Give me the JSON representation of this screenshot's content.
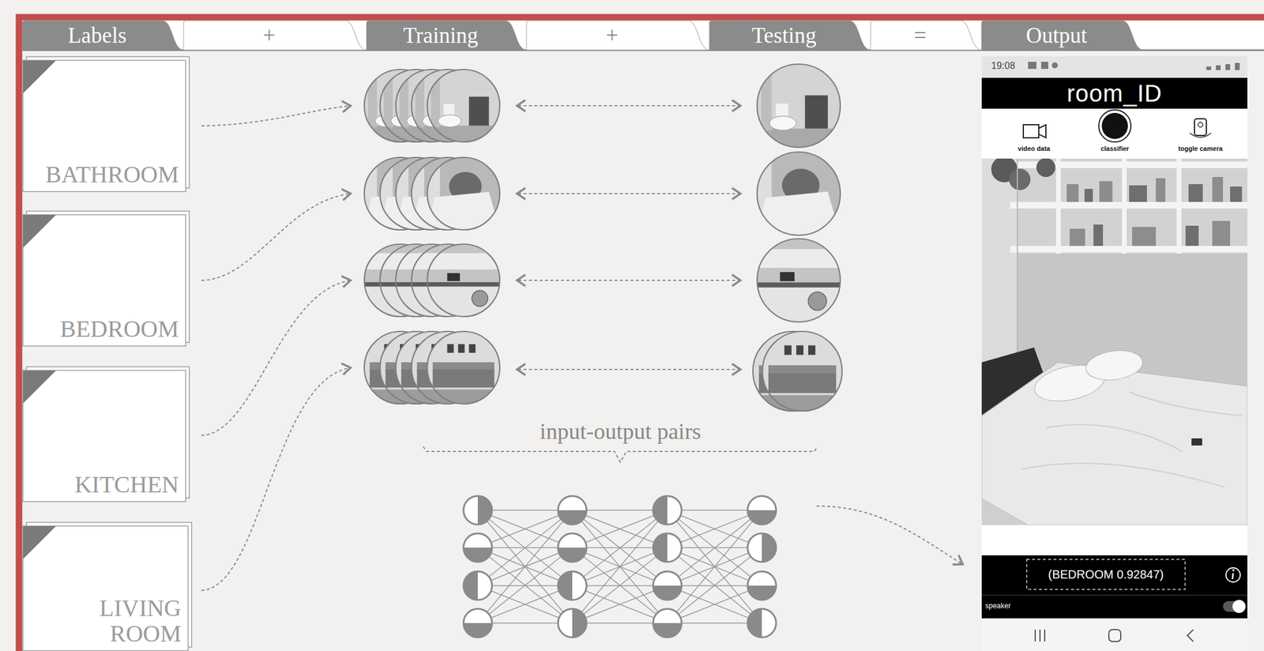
{
  "diagram": {
    "nodes": [
      {
        "text": [
          "Labels"
        ]
      },
      {
        "text": [
          "+"
        ]
      },
      {
        "text": [
          "Training"
        ]
      },
      {
        "text": [
          "+"
        ]
      },
      {
        "text": [
          "Testing"
        ]
      },
      {
        "text": [
          "="
        ]
      },
      {
        "text": [
          "Output"
        ]
      },
      {
        "text": [
          "BATHROOM"
        ]
      },
      {
        "text": [
          "BEDROOM"
        ]
      },
      {
        "text": [
          "KITCHEN"
        ]
      },
      {
        "text": [
          "LIVING ROOM"
        ]
      },
      {
        "text": [
          "room_ID"
        ]
      },
      {
        "text": [
          "(BEDROOM 0.92847)"
        ]
      }
    ],
    "labels": [
      "19:08",
      "video data",
      "classifier",
      "toggle camera",
      "speaker",
      "input-output pairs"
    ]
  }
}
